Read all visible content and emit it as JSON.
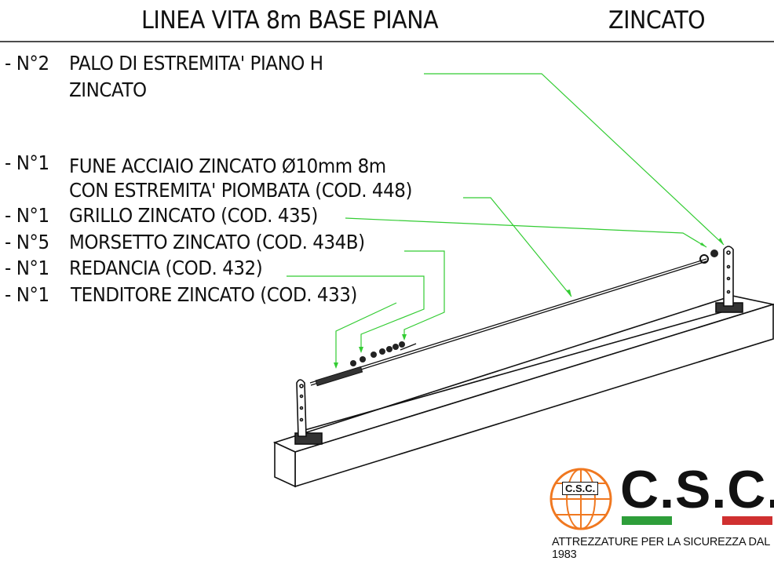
{
  "header": {
    "title": "LINEA VITA 8m BASE PIANA",
    "finish": "ZINCATO"
  },
  "parts": [
    {
      "qty": "- N°2",
      "lines": [
        "PALO DI ESTREMITA' PIANO H",
        "ZINCATO"
      ]
    },
    {
      "qty": "- N°1",
      "lines": [
        "FUNE ACCIAIO ZINCATO Ø10mm 8m",
        "CON ESTREMITA' PIOMBATA (COD. 448)"
      ]
    },
    {
      "qty": "- N°1",
      "lines": [
        "GRILLO ZINCATO (COD. 435)"
      ]
    },
    {
      "qty": "- N°5",
      "lines": [
        "MORSETTO ZINCATO (COD. 434B)"
      ]
    },
    {
      "qty": "- N°1",
      "lines": [
        "REDANCIA (COD. 432)"
      ]
    },
    {
      "qty": "- N°1",
      "lines": [
        "TENDITORE ZINCATO (COD. 433)"
      ]
    }
  ],
  "logo": {
    "badge": "C.S.C.",
    "name": "C.S.C.",
    "tagline": "ATTREZZATURE PER LA SICUREZZA DAL 1983"
  },
  "colors": {
    "leader": "#33cc33",
    "globe": "#f07820",
    "green": "#2e9e3a",
    "red": "#d03030"
  }
}
